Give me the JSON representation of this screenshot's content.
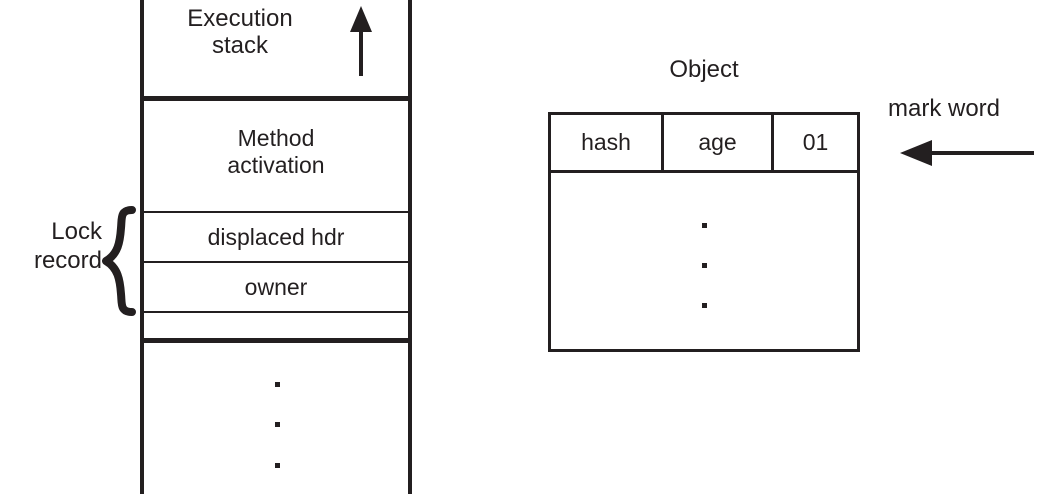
{
  "diagram": {
    "title_stack": "Execution\nstack",
    "title_object": "Object",
    "lock_record_label": "Lock\nrecord",
    "mark_word_label": "mark word",
    "colors": {
      "ink": "#231f20",
      "background": "#ffffff"
    },
    "stack": {
      "cells": [
        {
          "label": "Method\nactivation"
        },
        {
          "label": "displaced hdr"
        },
        {
          "label": "owner"
        },
        {
          "label": ""
        }
      ],
      "ellipsis": "···",
      "arrow_direction": "up"
    },
    "object": {
      "mark_word_fields": [
        {
          "label": "hash"
        },
        {
          "label": "age"
        },
        {
          "label": "01"
        }
      ],
      "ellipsis": "···",
      "arrow_direction": "left"
    },
    "brace_glyph": "{"
  }
}
